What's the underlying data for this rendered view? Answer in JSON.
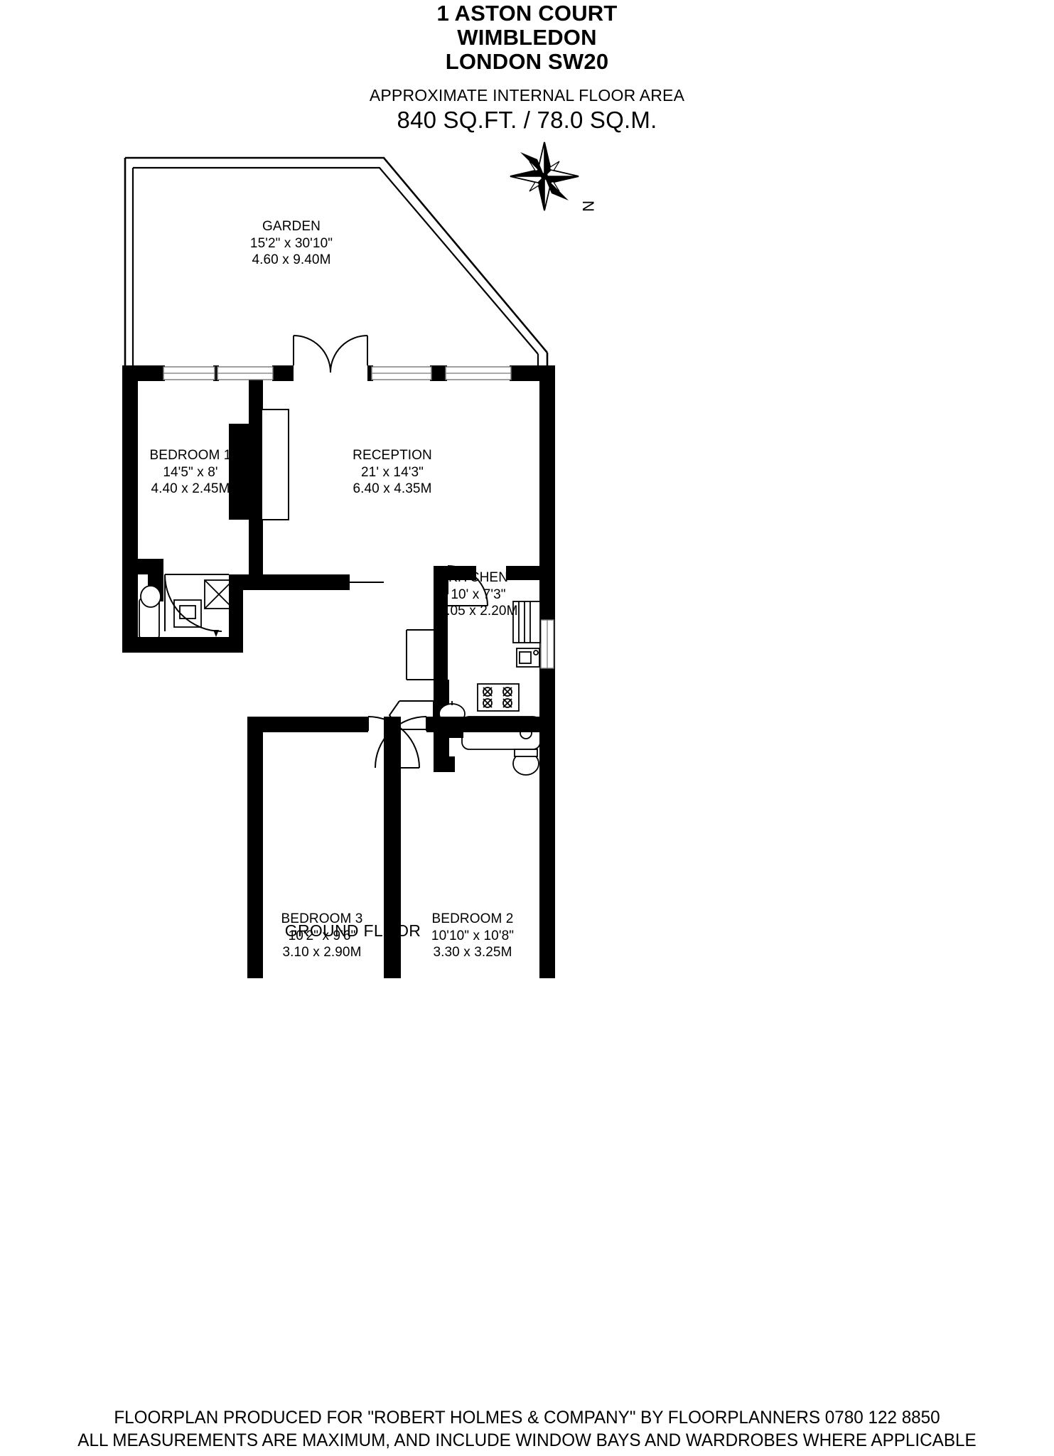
{
  "header": {
    "address_lines": [
      "1 ASTON COURT",
      "WIMBLEDON",
      "LONDON SW20"
    ],
    "area_caption": "APPROXIMATE INTERNAL FLOOR AREA",
    "area_value": "840 SQ.FT. / 78.0 SQ.M."
  },
  "compass": {
    "label": "N"
  },
  "rooms": [
    {
      "key": "garden",
      "name": "GARDEN",
      "imperial": "15'2\" x 30'10\"",
      "metric": "4.60 x 9.40M"
    },
    {
      "key": "bedroom1",
      "name": "BEDROOM 1",
      "imperial": "14'5\" x 8'",
      "metric": "4.40 x 2.45M"
    },
    {
      "key": "reception",
      "name": "RECEPTION",
      "imperial": "21' x 14'3\"",
      "metric": "6.40 x 4.35M"
    },
    {
      "key": "kitchen",
      "name": "KITCHEN",
      "imperial": "10' x 7'3\"",
      "metric": "3.05 x 2.20M"
    },
    {
      "key": "bedroom3",
      "name": "BEDROOM 3",
      "imperial": "10'2\" x 9'6\"",
      "metric": "3.10 x 2.90M"
    },
    {
      "key": "bedroom2",
      "name": "BEDROOM 2",
      "imperial": "10'10\" x 10'8\"",
      "metric": "3.30 x 3.25M"
    }
  ],
  "floor_caption": "GROUND FLOOR",
  "footer": {
    "line1": "FLOORPLAN PRODUCED FOR \"ROBERT HOLMES & COMPANY\" BY FLOORPLANNERS 0780 122 8850",
    "line2": "ALL MEASUREMENTS ARE MAXIMUM, AND INCLUDE WINDOW BAYS AND WARDROBES WHERE APPLICABLE"
  },
  "colors": {
    "wall": "#000000",
    "background": "#ffffff",
    "line": "#000000",
    "thin_line": "#555555"
  }
}
